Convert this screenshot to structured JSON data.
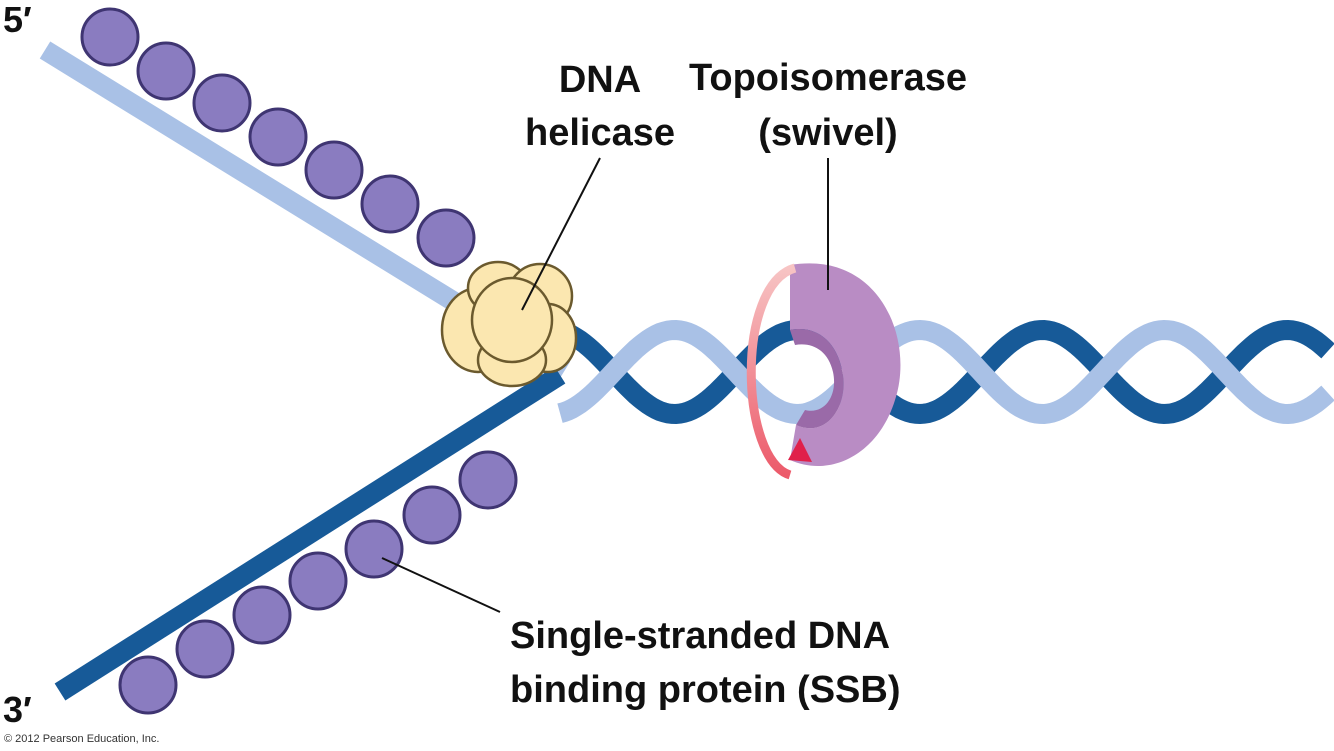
{
  "labels": {
    "five_prime": "5′",
    "three_prime": "3′",
    "helicase_line1": "DNA",
    "helicase_line2": "helicase",
    "topo_line1": "Topoisomerase",
    "topo_line2": "(swivel)",
    "ssb_line1": "Single-stranded DNA",
    "ssb_line2": "binding protein (SSB)",
    "copyright": "© 2012 Pearson Education, Inc."
  },
  "colors": {
    "light_strand": "#a9c1e6",
    "dark_strand": "#175a98",
    "ssb_fill": "#8a7cc0",
    "ssb_stroke": "#3f3572",
    "helicase_fill": "#fbe7b0",
    "helicase_stroke": "#6b5a2e",
    "topo_fill": "#b98cc4",
    "topo_shadow": "#9a6aa8",
    "rotation_arrow": "#f08a8e",
    "rotation_arrow_head": "#e0204a"
  }
}
